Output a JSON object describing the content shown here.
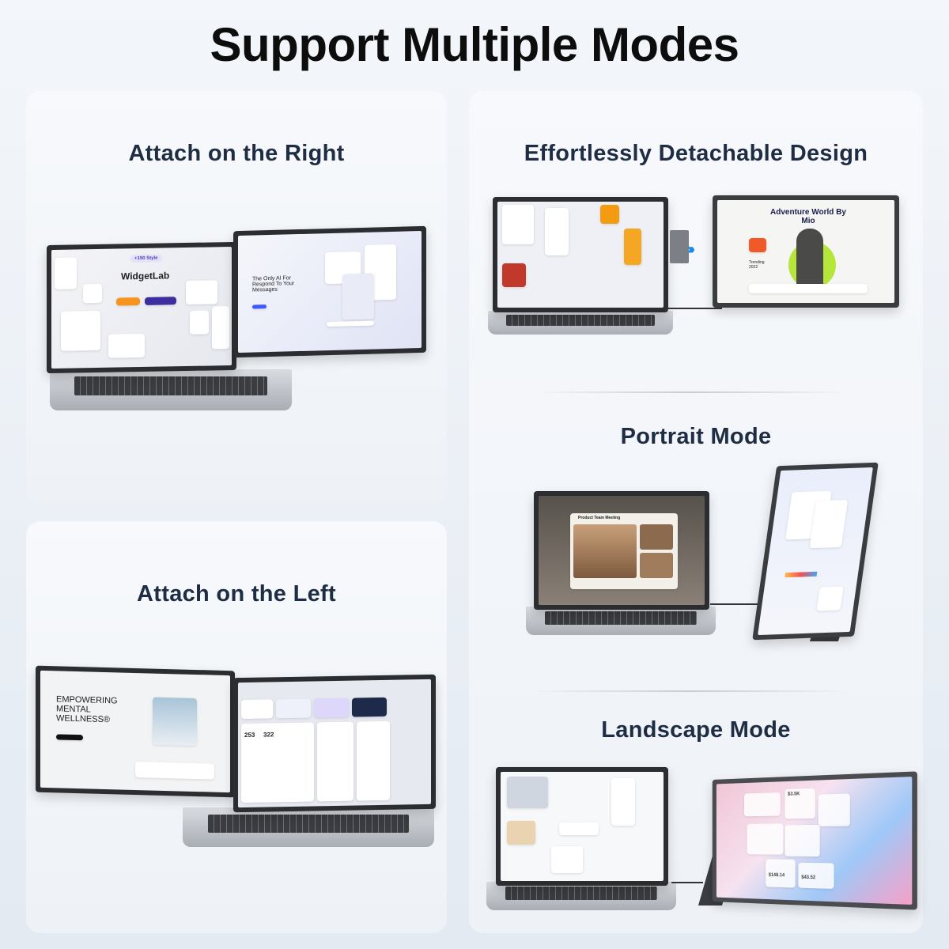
{
  "title": "Support Multiple Modes",
  "panels": {
    "attach_right": {
      "heading": "Attach on the Right",
      "screen_left": {
        "badge": "+150 Style",
        "title": "WidgetLab"
      },
      "screen_right": {
        "headline": "The Only AI For Respond To Your Messages"
      }
    },
    "attach_left": {
      "heading": "Attach on the Left",
      "screen_left": {
        "headline": "EMPOWERING MENTAL WELLNESS®"
      },
      "screen_right": {
        "stat1": "253",
        "stat2": "322"
      }
    },
    "detachable": {
      "heading": "Effortlessly Detachable Design",
      "screen_right": {
        "headline": "Adventure World By Mio",
        "sub": "Trending 2022"
      }
    },
    "portrait": {
      "heading": "Portrait Mode",
      "screen_left": {
        "label": "Product Team Meeting"
      }
    },
    "landscape": {
      "heading": "Landscape Mode",
      "screen_right": {
        "value1": "$3.5K",
        "value2": "$148.14",
        "value3": "$43.52"
      }
    }
  }
}
